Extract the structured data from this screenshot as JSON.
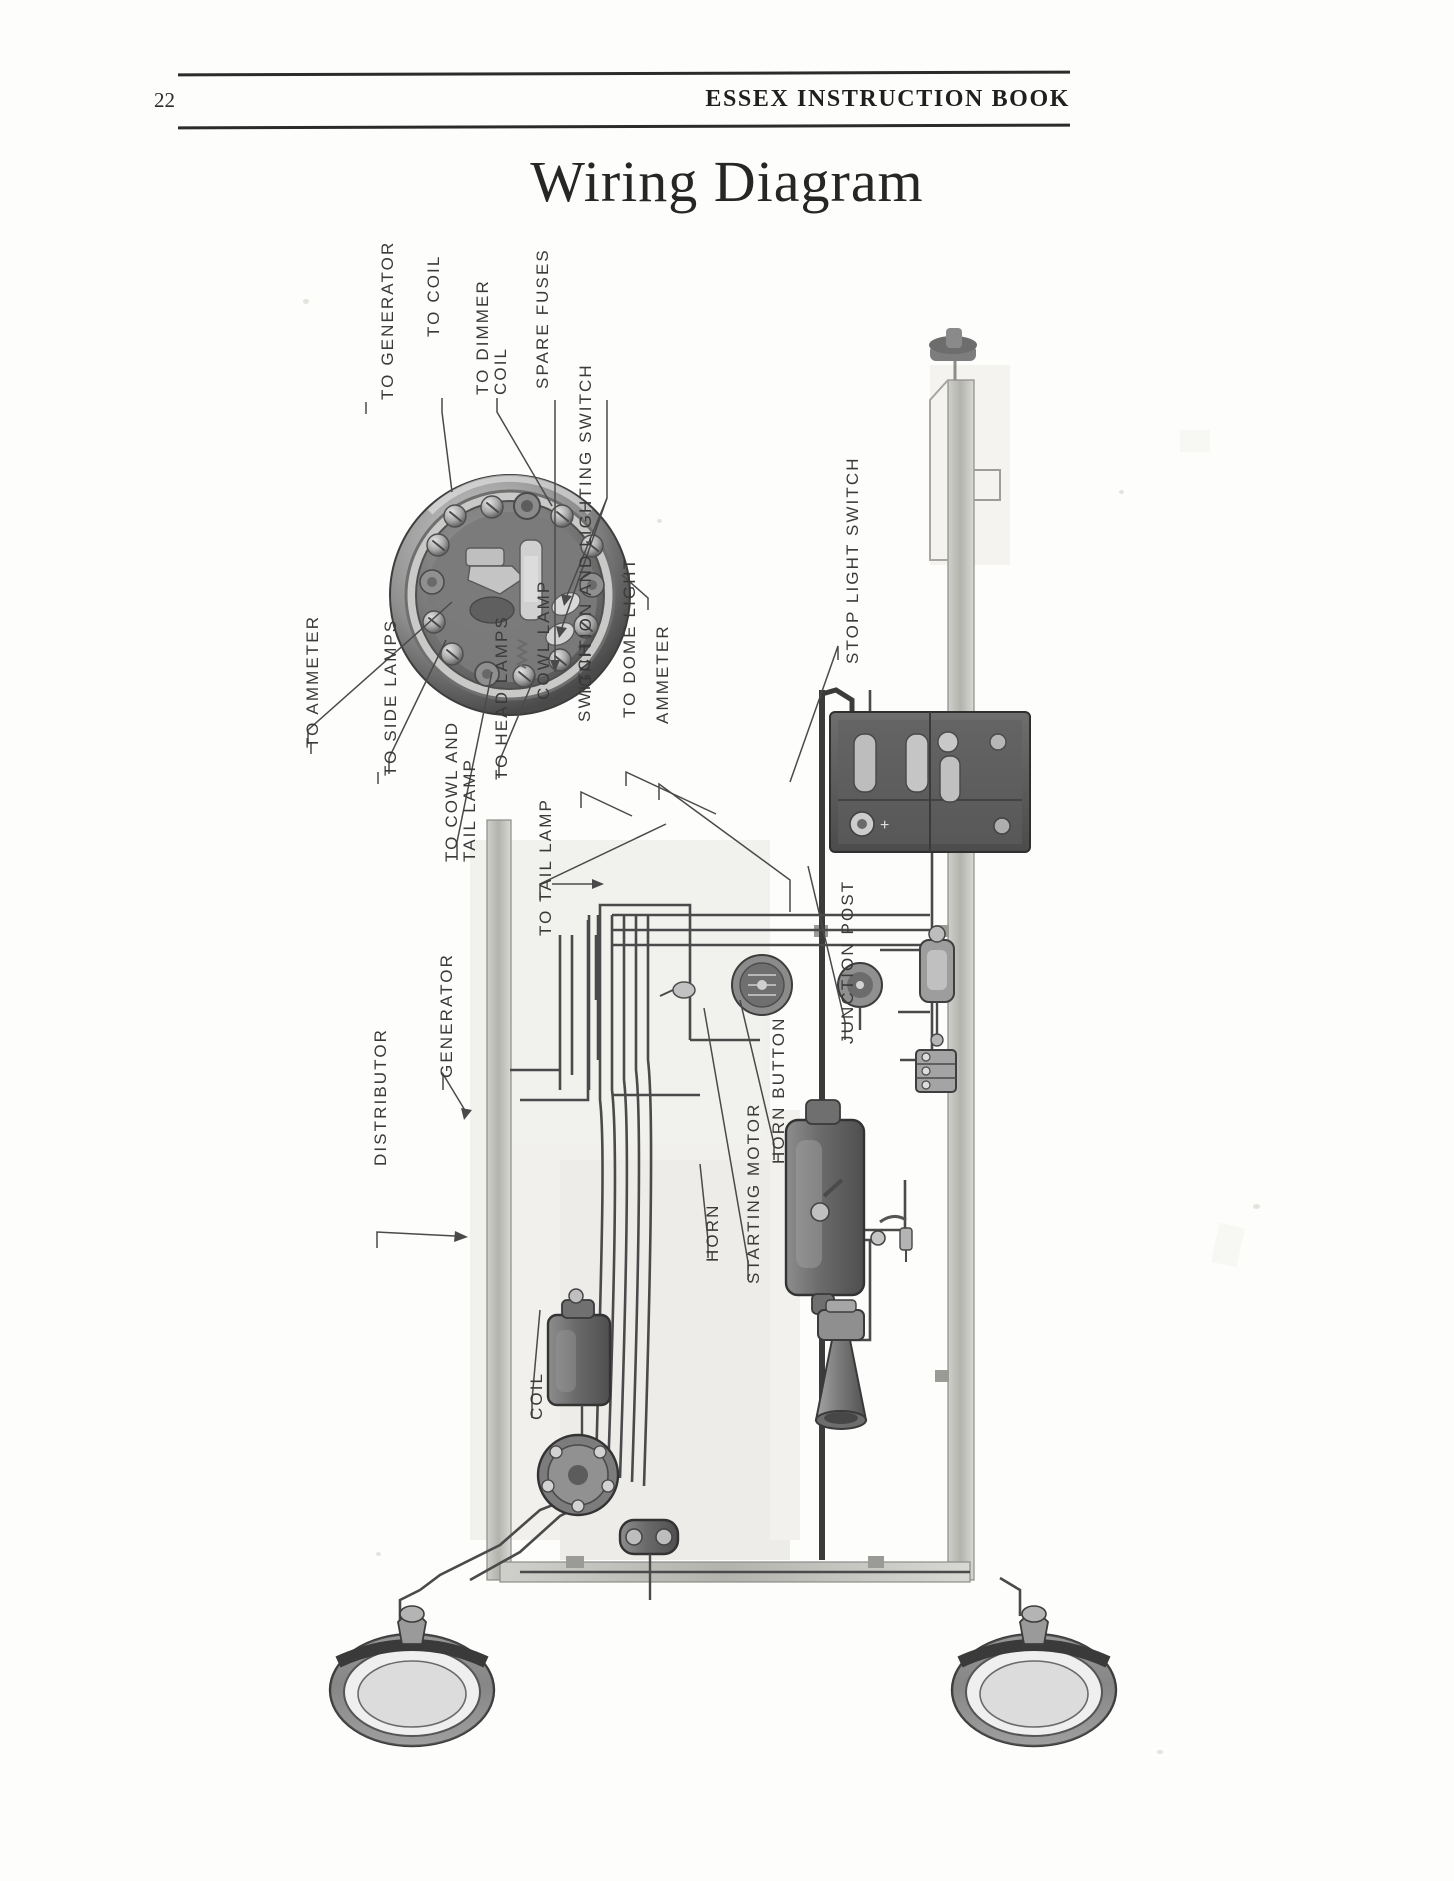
{
  "header": {
    "page_number": "22",
    "book_title": "ESSEX INSTRUCTION BOOK"
  },
  "title": "Wiring Diagram",
  "figure": {
    "kind": "wiring-diagram",
    "labels": [
      {
        "id": "to-generator",
        "text": "TO GENERATOR"
      },
      {
        "id": "to-coil",
        "text": "TO COIL"
      },
      {
        "id": "to-dimmer-coil",
        "text": "TO DIMMER",
        "text2": "COIL"
      },
      {
        "id": "spare-fuses",
        "text": "SPARE FUSES"
      },
      {
        "id": "ignition-and-lighting-switch",
        "text": "IGNITION AND LIGHTING SWITCH"
      },
      {
        "id": "to-ammeter",
        "text": "TO AMMETER"
      },
      {
        "id": "to-side-lamps",
        "text": "TO SIDE LAMPS"
      },
      {
        "id": "to-cowl-and-tail-lamp",
        "text": "TO COWL AND",
        "text2": "TAIL LAMP"
      },
      {
        "id": "to-head-lamps",
        "text": "TO HEAD LAMPS"
      },
      {
        "id": "cowl-lamp",
        "text": "COWL LAMP"
      },
      {
        "id": "switch",
        "text": "SWITCH"
      },
      {
        "id": "to-dome-light",
        "text": "TO DOME LIGHT"
      },
      {
        "id": "ammeter",
        "text": "AMMETER"
      },
      {
        "id": "stop-light-switch",
        "text": "STOP LIGHT SWITCH"
      },
      {
        "id": "to-tail-lamp",
        "text": "TO TAIL LAMP"
      },
      {
        "id": "junction-post",
        "text": "JUNCTION POST"
      },
      {
        "id": "distributor",
        "text": "DISTRIBUTOR"
      },
      {
        "id": "generator",
        "text": "GENERATOR"
      },
      {
        "id": "horn-button",
        "text": "HORN BUTTON"
      },
      {
        "id": "starting-motor",
        "text": "STARTING MOTOR"
      },
      {
        "id": "horn",
        "text": "HORN"
      },
      {
        "id": "coil",
        "text": "COIL"
      }
    ]
  },
  "colors": {
    "ink": "#2b2b2b",
    "label_ink": "#3a3a3a",
    "paper": "#fdfdfb",
    "photo_dark": "#5c5c5c",
    "photo_mid": "#8a8a8a",
    "photo_light": "#b9b9b9"
  }
}
